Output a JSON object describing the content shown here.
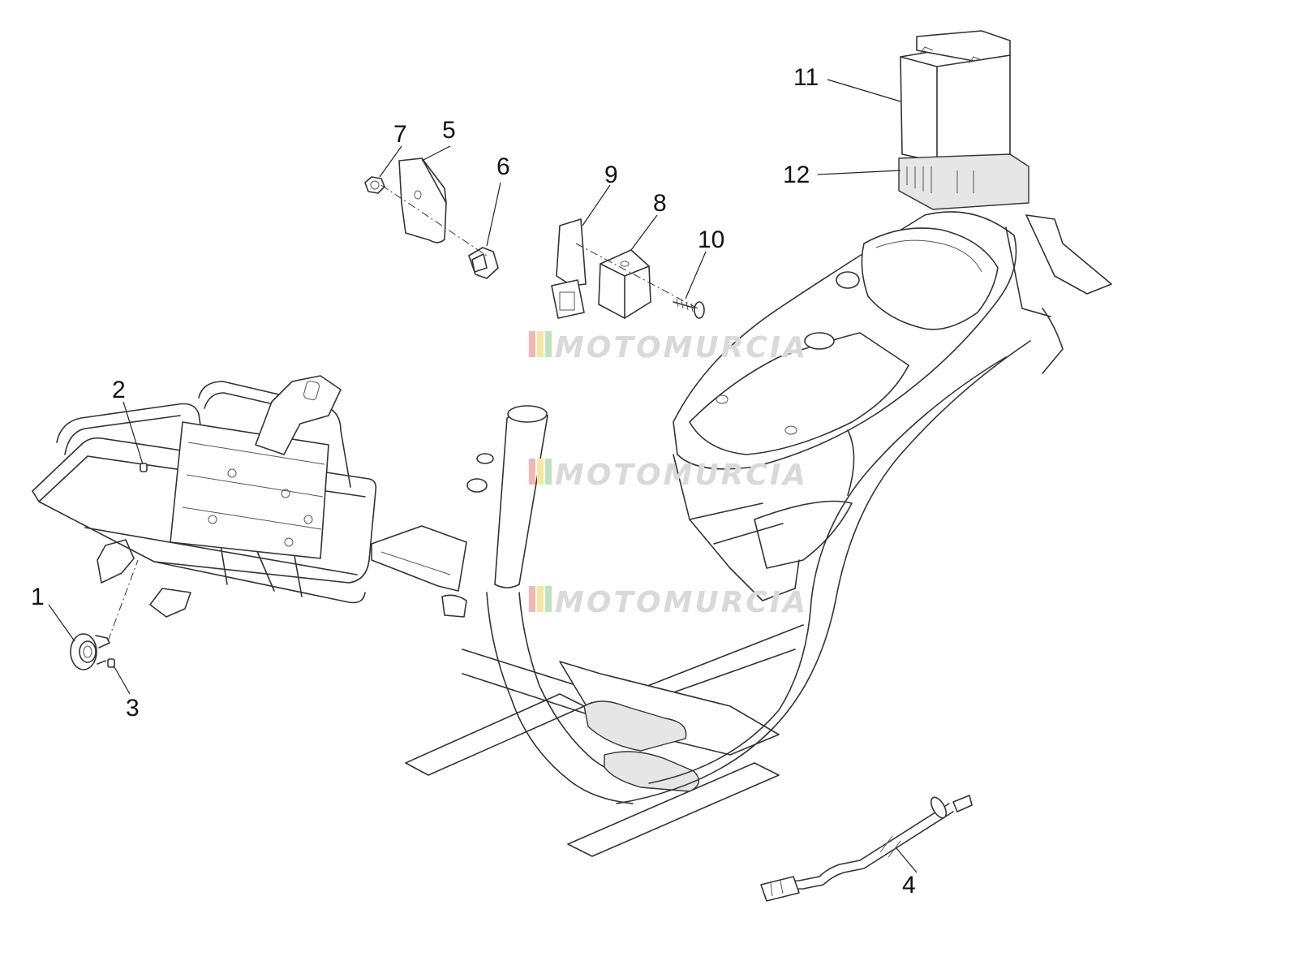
{
  "callouts": [
    {
      "id": "1",
      "label": "1"
    },
    {
      "id": "2",
      "label": "2"
    },
    {
      "id": "3",
      "label": "3"
    },
    {
      "id": "4",
      "label": "4"
    },
    {
      "id": "5",
      "label": "5"
    },
    {
      "id": "6",
      "label": "6"
    },
    {
      "id": "7",
      "label": "7"
    },
    {
      "id": "8",
      "label": "8"
    },
    {
      "id": "9",
      "label": "9"
    },
    {
      "id": "10",
      "label": "10"
    },
    {
      "id": "11",
      "label": "11"
    },
    {
      "id": "12",
      "label": "12"
    }
  ],
  "watermark": {
    "text": "MOTOMURCIA",
    "stripe_colors": [
      "#f2b6b6",
      "#f5e6a3",
      "#bfe3bf"
    ]
  }
}
